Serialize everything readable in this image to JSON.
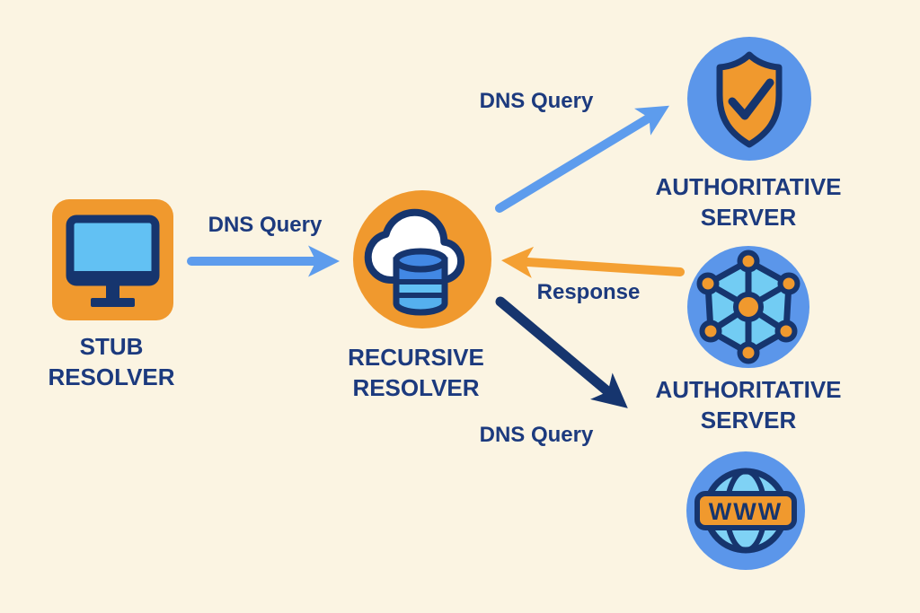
{
  "diagram": {
    "type": "dns-resolution-flow",
    "background_color": "#fbf4e2",
    "text_color": "#1c3a7e"
  },
  "colors": {
    "orange": "#f0992e",
    "arrow_orange": "#f4a033",
    "circle_blue": "#5b96ea",
    "arrow_blue": "#5d9ced",
    "navy_outline": "#16356e",
    "light_blue": "#62c1f3",
    "white": "#ffffff"
  },
  "nodes": {
    "stub_resolver": {
      "line1": "STUB",
      "line2": "RESOLVER",
      "icon": "computer-monitor-icon",
      "shape": "orange rounded square"
    },
    "recursive_resolver": {
      "line1": "RECURSIVE",
      "line2": "RESOLVER",
      "icon": "cloud-database-icon",
      "shape": "orange circle"
    },
    "authoritative_server_top": {
      "line1": "AUTHORITATIVE",
      "line2": "SERVER",
      "icon": "shield-check-icon",
      "shape": "blue circle"
    },
    "authoritative_server_middle": {
      "line1": "AUTHORITATIVE",
      "line2": "SERVER",
      "icon": "network-nodes-icon",
      "shape": "blue circle"
    },
    "www_globe": {
      "text": "WWW",
      "icon": "globe-www-icon",
      "shape": "blue circle"
    }
  },
  "edges": {
    "stub_to_recursive": {
      "label": "DNS Query",
      "from": "stub_resolver",
      "to": "recursive_resolver",
      "color": "#5d9ced"
    },
    "recursive_to_auth_top": {
      "label": "DNS Query",
      "from": "recursive_resolver",
      "to": "authoritative_server_top",
      "color": "#5d9ced"
    },
    "auth_middle_to_recursive": {
      "label": "Response",
      "from": "authoritative_server_middle",
      "to": "recursive_resolver",
      "color": "#f4a033"
    },
    "recursive_to_bottom_right": {
      "label": "DNS Query",
      "from": "recursive_resolver",
      "to": "www_globe",
      "color": "#16356e"
    }
  }
}
